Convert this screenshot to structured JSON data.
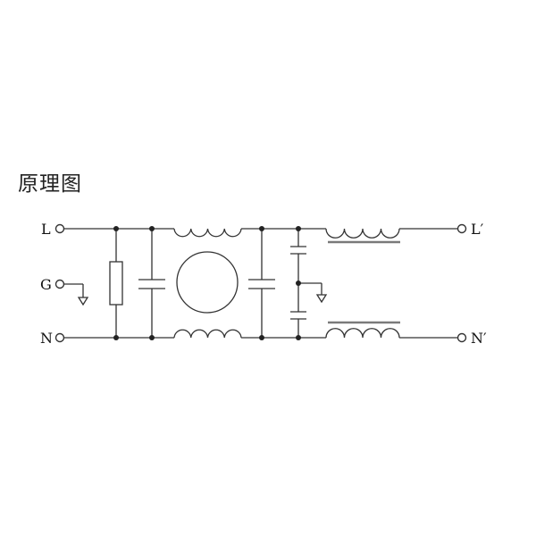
{
  "title": "原理图",
  "terminals": {
    "L": "L",
    "G": "G",
    "N": "N",
    "L_out": "L′",
    "N_out": "N′"
  },
  "colors": {
    "wire": "#333333",
    "coil": "#3a3a3a",
    "core": "#7a7a7a",
    "text": "#111111"
  }
}
